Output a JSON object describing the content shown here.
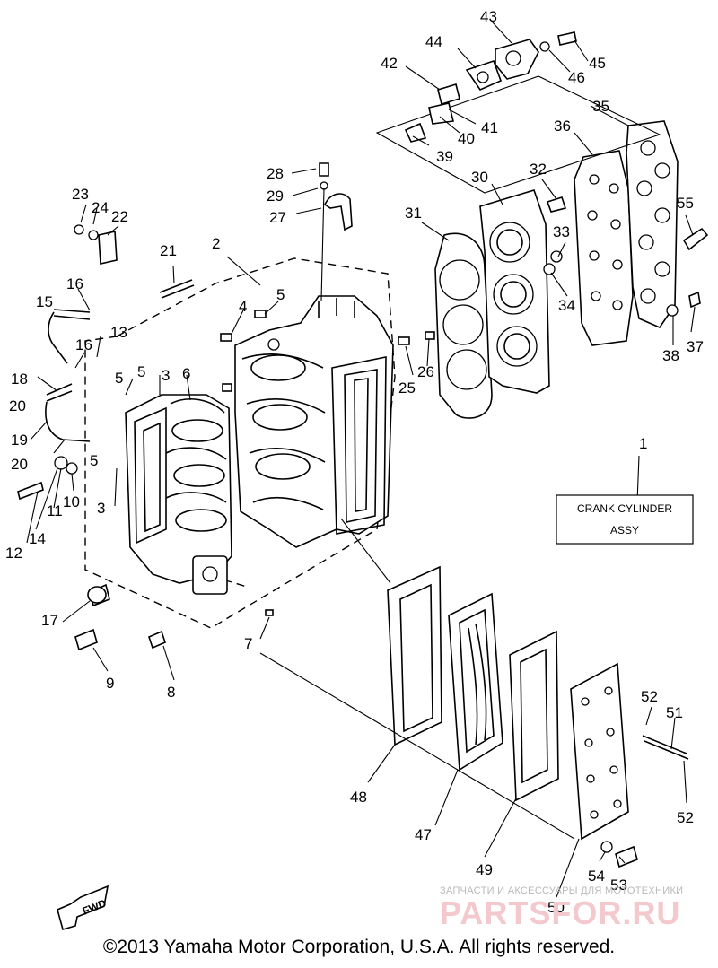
{
  "diagram": {
    "assembly_label_line1": "CRANK CYLINDER",
    "assembly_label_line2": "ASSY",
    "fwd_label": "FWD",
    "callouts": [
      "1",
      "2",
      "3",
      "3",
      "4",
      "5",
      "5",
      "5",
      "5",
      "6",
      "7",
      "8",
      "9",
      "10",
      "11",
      "12",
      "13",
      "14",
      "15",
      "16",
      "16",
      "17",
      "18",
      "19",
      "20",
      "20",
      "21",
      "22",
      "23",
      "24",
      "25",
      "26",
      "27",
      "28",
      "29",
      "30",
      "31",
      "32",
      "33",
      "34",
      "35",
      "36",
      "37",
      "38",
      "39",
      "40",
      "41",
      "42",
      "43",
      "44",
      "45",
      "46",
      "47",
      "48",
      "49",
      "50",
      "51",
      "52",
      "52",
      "53",
      "54",
      "55"
    ]
  },
  "watermark": {
    "line1": "ЗАПЧАСТИ И АКСЕССУАРЫ ДЛЯ МОТОТЕХНИКИ",
    "line2": "PARTSFOR.RU"
  },
  "footer": {
    "copyright": "©2013 Yamaha Motor Corporation, U.S.A. All rights reserved."
  }
}
